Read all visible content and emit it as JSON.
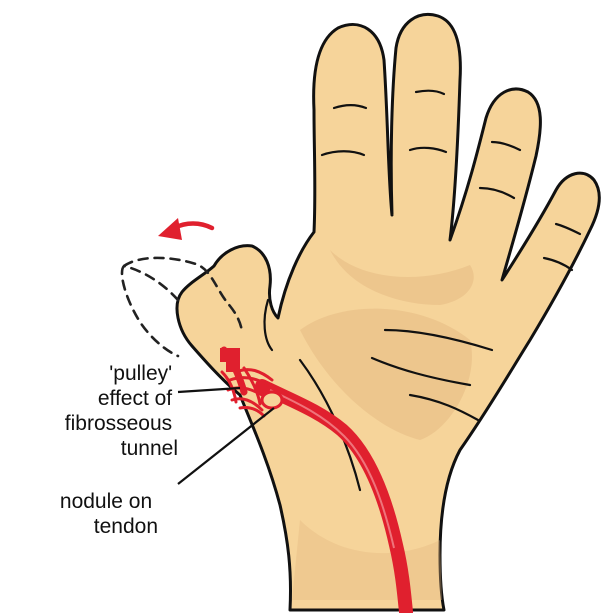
{
  "labels": {
    "pulley": [
      "'pulley'",
      "effect of",
      "fibrosseous",
      "tunnel"
    ],
    "nodule": [
      "nodule on",
      "tendon"
    ]
  },
  "colors": {
    "skin": "#f6d49a",
    "skin_shadow": "#e3b57f",
    "outline": "#111111",
    "tendon": "#e0202e",
    "arrow": "#e0202e",
    "background": "#ffffff"
  },
  "icons": {
    "motion_arrow": "curved-arrow-left-icon"
  }
}
